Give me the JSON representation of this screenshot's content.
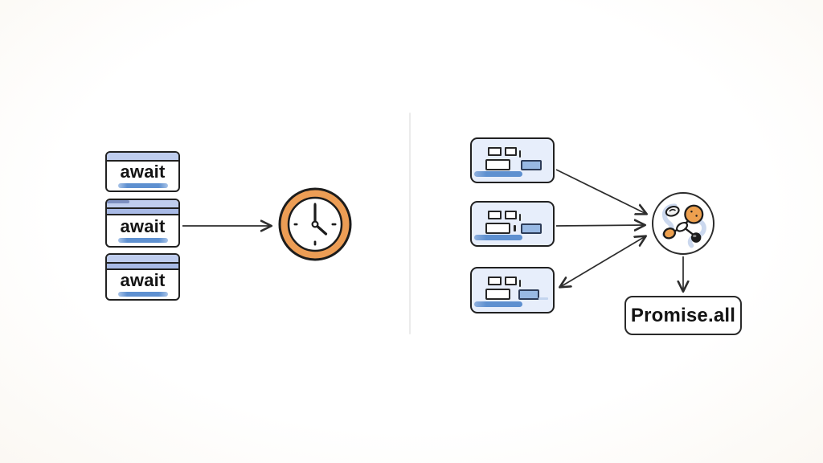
{
  "colors": {
    "outline": "#212121",
    "header-blue": "#bfcdee",
    "header-blue-dark": "#a8bae6",
    "bar-blue": "#5e90d0",
    "card-bg": "#e7eefb",
    "chip-blue": "#98b9e4",
    "clock-orange": "#ec9d55",
    "arrow": "#2d2d2d"
  },
  "left_panel": {
    "await_boxes": [
      {
        "label": "await"
      },
      {
        "label": "await"
      },
      {
        "label": "await"
      }
    ]
  },
  "right_panel": {
    "promise_label": "Promise.all"
  }
}
